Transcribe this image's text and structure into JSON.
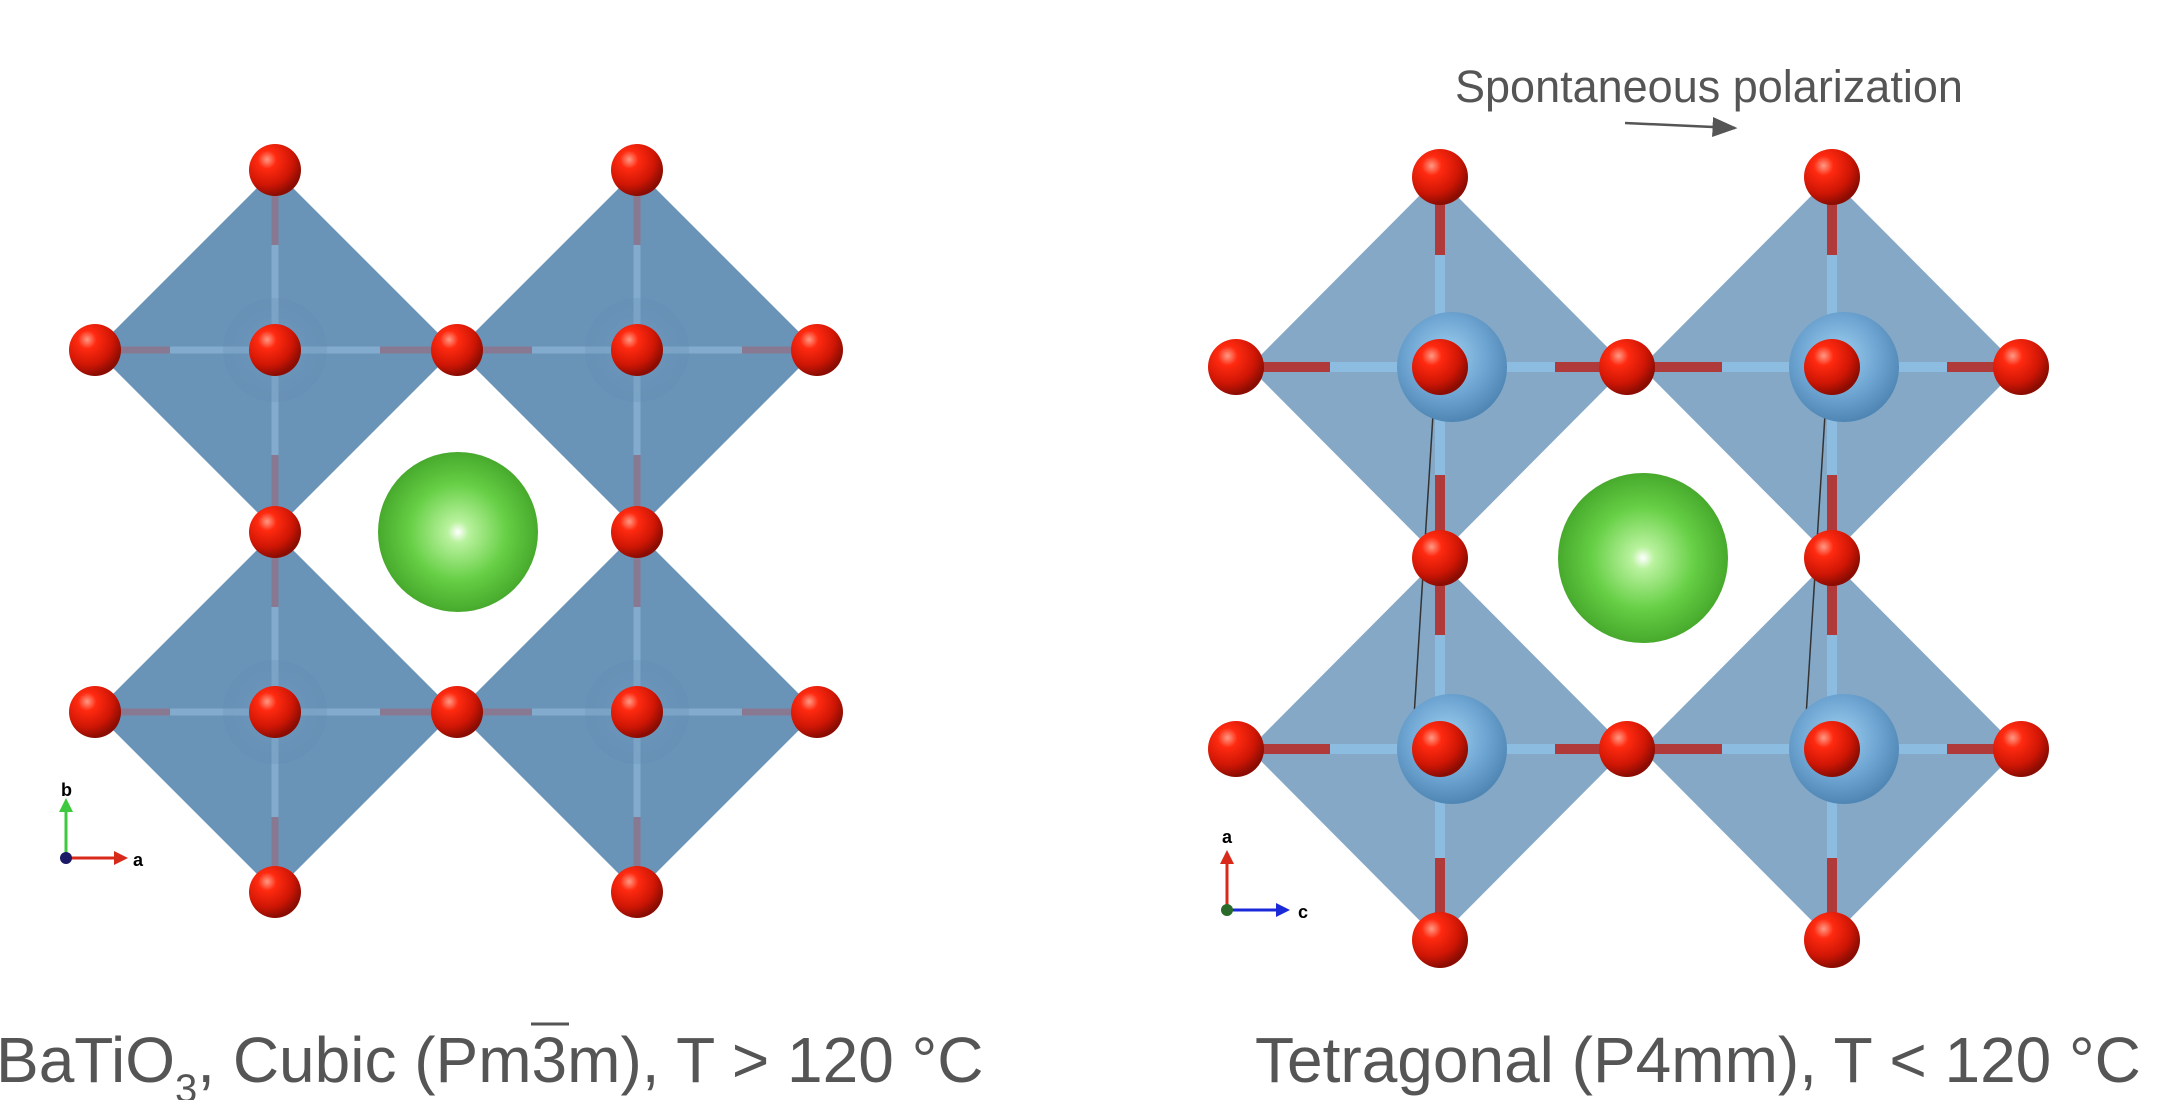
{
  "figure": {
    "left_panel": {
      "caption_prefix": "BaTiO",
      "caption_subscript": "3",
      "caption_mid": ", Cubic (Pm",
      "caption_overbar": "3",
      "caption_suffix": "m), T > 120 °C",
      "axes": {
        "vertical": "b",
        "horizontal": "a"
      }
    },
    "right_panel": {
      "caption": "Tetragonal (P4mm), T < 120 °C",
      "annotation": "Spontaneous polarization",
      "axes": {
        "vertical": "a",
        "horizontal": "c"
      }
    },
    "colors": {
      "octahedron_cubic": "#6a93b8",
      "octahedron_tetragonal": "#84a8c6",
      "oxygen": "#d81e0a",
      "titanium": "#6ea5d2",
      "barium": "#5ccb3c",
      "bond_oxygen": "#b03a3a",
      "bond_titanium": "#8cbde0",
      "text": "#555555"
    }
  }
}
